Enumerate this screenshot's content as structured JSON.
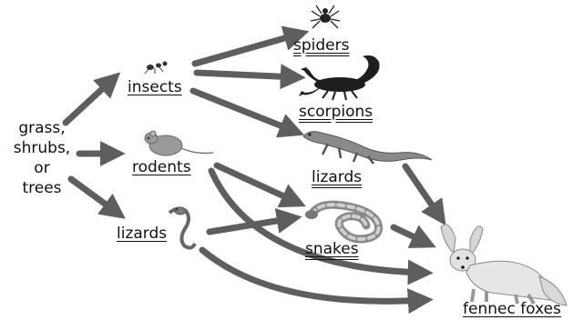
{
  "source": {
    "lines": [
      "grass,",
      "shrubs,",
      "or",
      "trees"
    ]
  },
  "organisms": {
    "insects": "insects",
    "rodents": "rodents",
    "lizards_small": "lizards",
    "spiders": "spiders",
    "scorpions": "scorpions",
    "lizards_large": "lizards",
    "snakes": "snakes",
    "fennec_foxes": "fennec foxes"
  },
  "colors": {
    "arrow": "#5e5e5e",
    "organism_fill": "#333333"
  }
}
